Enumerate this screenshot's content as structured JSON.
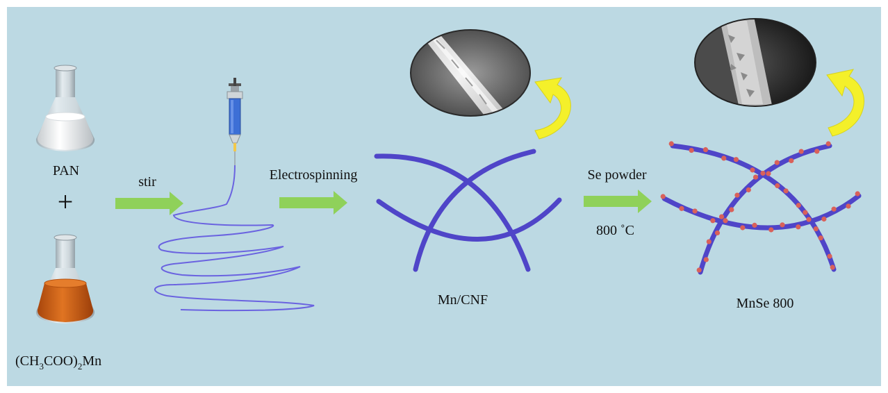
{
  "labels": {
    "pan": "PAN",
    "plus": "+",
    "acetate_main": "(CH",
    "acetate_sub1": "3",
    "acetate_mid": "COO)",
    "acetate_sub2": "2",
    "acetate_end": "Mn",
    "stir": "stir",
    "electrospinning": "Electrospinning",
    "mncnf": "Mn/CNF",
    "se_powder": "Se powder",
    "temperature": "800 ˚C",
    "mnse": "MnSe 800"
  },
  "colors": {
    "background": "#bcd9e3",
    "fiber": "#4f45c8",
    "spiral": "#6a63e0",
    "particle": "#d9615a",
    "arrow_green": "#8fd15a",
    "arrow_yellow": "#f4f02a",
    "solution_orange": "#d86a1e",
    "solution_white": "#f2f2f2",
    "syringe_blue": "#3d6fd6"
  }
}
